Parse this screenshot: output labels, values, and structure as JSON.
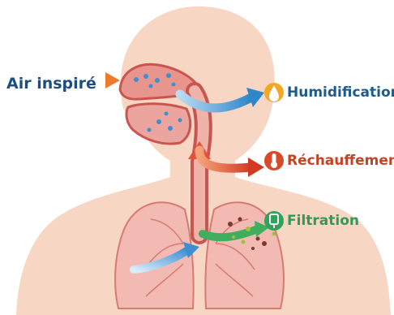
{
  "labels": {
    "inspired_air": "Air inspiré",
    "humidification": "Humidification",
    "warming": "Réchauffement",
    "filtration": "Filtration"
  },
  "icons": {
    "humidification": "water-drop-icon",
    "warming": "thermometer-icon",
    "filtration": "filter-icon"
  },
  "colors": {
    "inspired_air_text": "#1c4f80",
    "inspired_air_arrow": "#f08a3c",
    "humidification_text": "#1e5a8a",
    "humidification_icon": "#f5a623",
    "humidification_arrow": "#3a8fd0",
    "warming_text": "#c24427",
    "warming_icon": "#d84a2a",
    "warming_arrow": "#d8402c",
    "filtration_text": "#2f9a55",
    "filtration_icon": "#2fa35a",
    "filtration_arrow": "#3fae5e",
    "skin": "#f7d6c4",
    "lungs": "#f3b9b3",
    "airway": "#c9554f"
  }
}
